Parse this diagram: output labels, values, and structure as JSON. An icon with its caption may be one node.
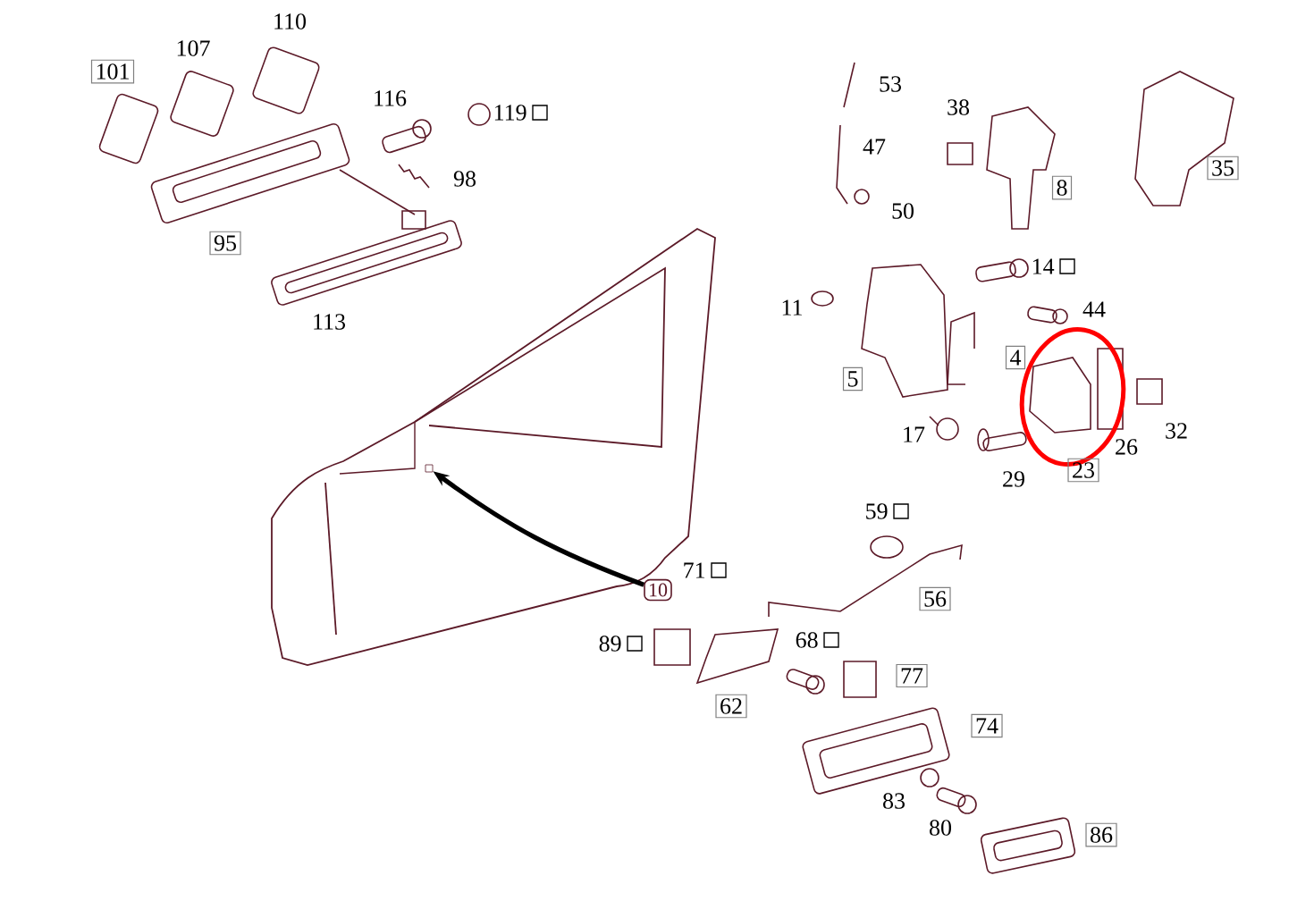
{
  "diagram": {
    "nodes": [
      {
        "text": [],
        "shape": "picture"
      },
      {
        "text": [
          "10"
        ]
      }
    ],
    "edges": [
      {
        "from": 1,
        "to": 0,
        "arrow": "to"
      }
    ],
    "labels": [
      "101",
      "107",
      "110",
      "116",
      "119",
      "98",
      "95",
      "113",
      "53",
      "47",
      "50",
      "38",
      "8",
      "35",
      "14",
      "11",
      "44",
      "5",
      "4",
      "17",
      "23",
      "26",
      "32",
      "29",
      "59",
      "56",
      "71",
      "89",
      "68",
      "77",
      "62",
      "74",
      "83",
      "80",
      "86"
    ]
  }
}
